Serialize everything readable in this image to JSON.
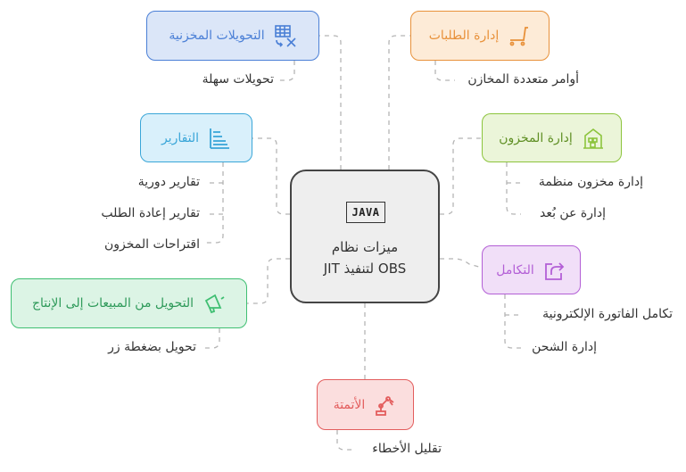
{
  "center": {
    "icon_text": "JAVA",
    "line1": "ميزات نظام",
    "line2": "OBS لتنفيذ JIT"
  },
  "branches": [
    {
      "id": "stored-conversions",
      "title": "التحويلات المخزنية",
      "icon": "spreadsheet-x-icon",
      "color": "#4a7fd6",
      "fill": "#dbe6f8",
      "items": [
        "تحويلات سهلة"
      ]
    },
    {
      "id": "order-management",
      "title": "إدارة الطلبات",
      "icon": "cart-icon",
      "color": "#e8913a",
      "fill": "#fdebd7",
      "items": [
        "أوامر متعددة المخازن"
      ]
    },
    {
      "id": "reports",
      "title": "التقارير",
      "icon": "report-list-icon",
      "color": "#3aa6d8",
      "fill": "#d9f0fb",
      "items": [
        "تقارير دورية",
        "تقارير إعادة الطلب",
        "اقتراحات المخزون"
      ]
    },
    {
      "id": "inventory-management",
      "title": "إدارة المخزون",
      "icon": "warehouse-icon",
      "color": "#8cc43c",
      "fill": "#ebf5d9",
      "items": [
        "إدارة مخزون منظمة",
        "إدارة عن بُعد"
      ]
    },
    {
      "id": "integration",
      "title": "التكامل",
      "icon": "share-icon",
      "color": "#b35fd6",
      "fill": "#f1dff8",
      "items": [
        "تكامل الفاتورة الإلكترونية",
        "إدارة الشحن"
      ]
    },
    {
      "id": "sales-to-production",
      "title": "التحويل من المبيعات إلى الإنتاج",
      "icon": "megaphone-icon",
      "color": "#3fbf72",
      "fill": "#dcf4e5",
      "items": [
        "تحويل بضغطة زر"
      ]
    },
    {
      "id": "automation",
      "title": "الأتمتة",
      "icon": "robot-arm-icon",
      "color": "#e35d5d",
      "fill": "#fbdede",
      "items": [
        "تقليل الأخطاء"
      ]
    }
  ]
}
